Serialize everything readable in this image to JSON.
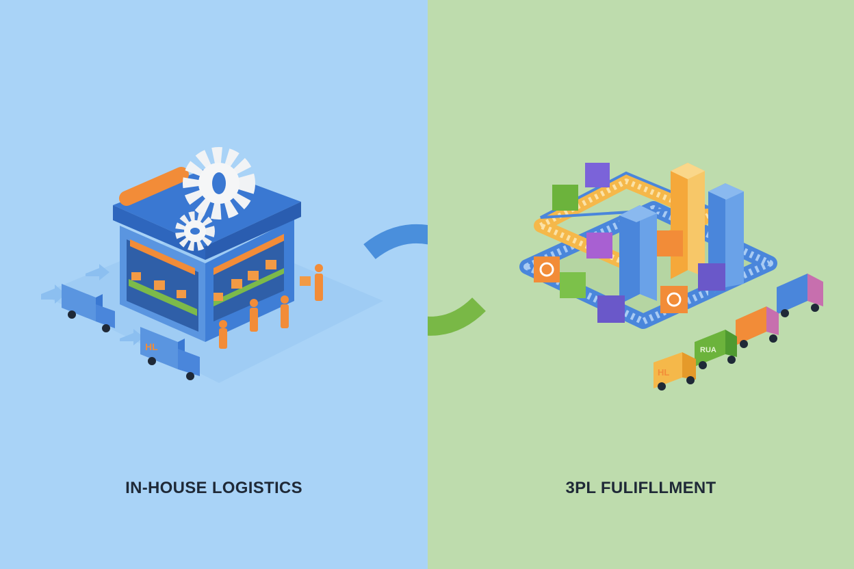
{
  "left": {
    "caption": "IN-HOUSE LOGISTICS",
    "background": "#a9d3f7"
  },
  "right": {
    "caption": "3PL FULIFLLMENT",
    "background": "#bedcad"
  },
  "truck_labels": {
    "left_truck": "HL",
    "right_truck_yellow": "HL",
    "right_truck_green": "RUA"
  },
  "colors": {
    "blue": "#4a86db",
    "orange": "#f28c38",
    "green": "#7cba4a",
    "arrow_blue": "#4a8fdc",
    "arrow_green": "#79b846"
  },
  "icons": [
    "gear-icon",
    "warehouse-icon",
    "truck-icon",
    "worker-icon",
    "box-icon",
    "conveyor-icon",
    "building-icon",
    "sync-arrows-icon"
  ]
}
